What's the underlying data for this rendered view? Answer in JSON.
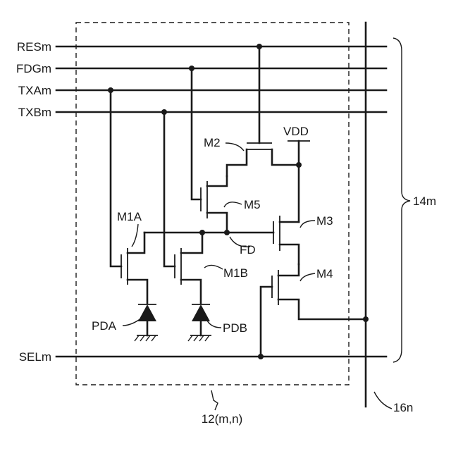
{
  "signals": {
    "res": "RESm",
    "fdg": "FDGm",
    "txa": "TXAm",
    "txb": "TXBm",
    "sel": "SELm"
  },
  "components": {
    "m1a": "M1A",
    "m1b": "M1B",
    "m2": "M2",
    "m3": "M3",
    "m4": "M4",
    "m5": "M5",
    "fd": "FD",
    "vdd": "VDD",
    "pda": "PDA",
    "pdb": "PDB"
  },
  "refs": {
    "bus": "14m",
    "column_line": "16n",
    "pixel": "12(m,n)"
  }
}
